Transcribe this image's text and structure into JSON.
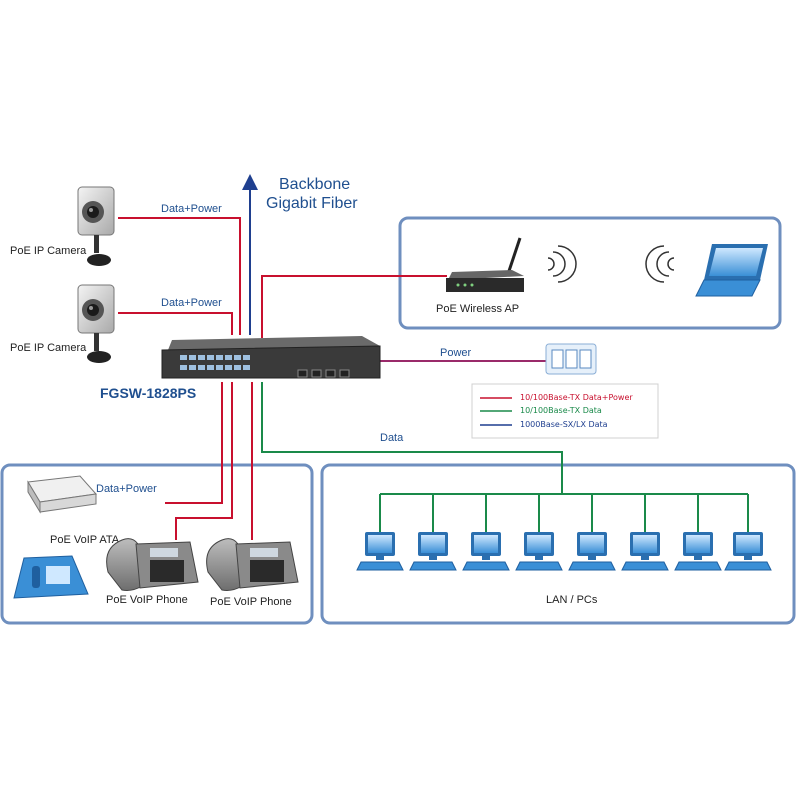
{
  "labels": {
    "backbone_line1": "Backbone",
    "backbone_line2": "Gigabit Fiber",
    "camera1": "PoE IP Camera",
    "camera2": "PoE IP Camera",
    "camera1_link": "Data+Power",
    "camera2_link": "Data+Power",
    "switch_model": "FGSW-1828PS",
    "wireless_ap": "PoE Wireless AP",
    "power_link": "Power",
    "data_link": "Data",
    "voip_ata_link": "Data+Power",
    "voip_ata": "PoE VoIP ATA",
    "voip_phone1": "PoE VoIP Phone",
    "voip_phone2": "PoE VoIP Phone",
    "lan": "LAN / PCs"
  },
  "legend": [
    {
      "label": "10/100Base-TX Data+Power",
      "color": "#c8102e"
    },
    {
      "label": "10/100Base-TX Data",
      "color": "#1a8a4a"
    },
    {
      "label": "1000Base-SX/LX Data",
      "color": "#1f3f8f"
    }
  ],
  "colors": {
    "poe": "#c8102e",
    "data": "#1a8a4a",
    "fiber": "#1f3f8f",
    "power": "#9a2a6a",
    "group_border": "#6f8fbf"
  }
}
